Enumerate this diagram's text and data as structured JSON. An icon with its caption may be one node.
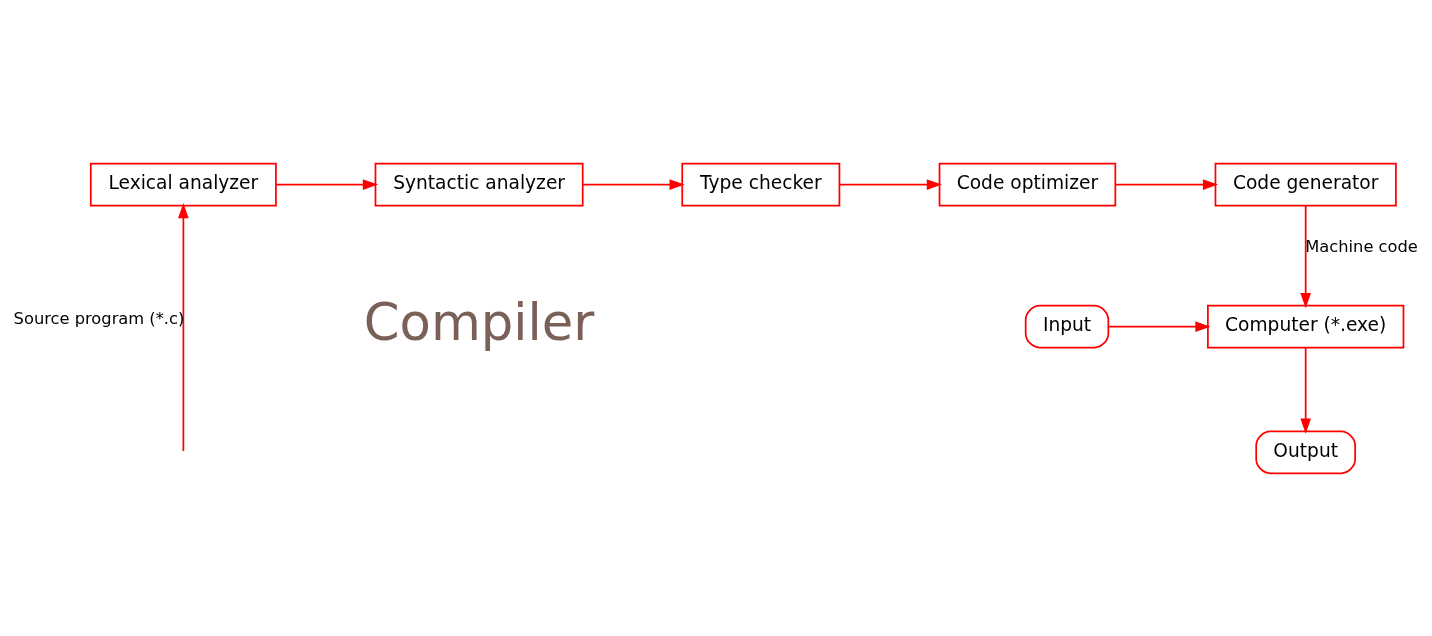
{
  "diagram": {
    "nodes": [
      {
        "text": [
          "Lexical analyzer"
        ]
      },
      {
        "text": [
          "Syntactic analyzer"
        ]
      },
      {
        "text": [
          "Type checker"
        ]
      },
      {
        "text": [
          "Code optimizer"
        ]
      },
      {
        "text": [
          "Code generator"
        ]
      },
      {
        "text": [
          "Computer (*.exe)"
        ]
      },
      {
        "text": [
          "Input"
        ]
      },
      {
        "text": [
          "Output"
        ]
      }
    ],
    "edges": [
      {
        "from": null,
        "to": 0,
        "arrow": "to",
        "label": "Source program (*.c)"
      },
      {
        "from": 0,
        "to": 1,
        "arrow": "to"
      },
      {
        "from": 1,
        "to": 2,
        "arrow": "to"
      },
      {
        "from": 2,
        "to": 3,
        "arrow": "to"
      },
      {
        "from": 3,
        "to": 4,
        "arrow": "to"
      },
      {
        "from": 4,
        "to": 5,
        "arrow": "to",
        "label": "Machine code"
      },
      {
        "from": 6,
        "to": 5,
        "arrow": "to"
      },
      {
        "from": 5,
        "to": 7,
        "arrow": "to"
      }
    ],
    "labels": [
      "Compiler"
    ]
  }
}
